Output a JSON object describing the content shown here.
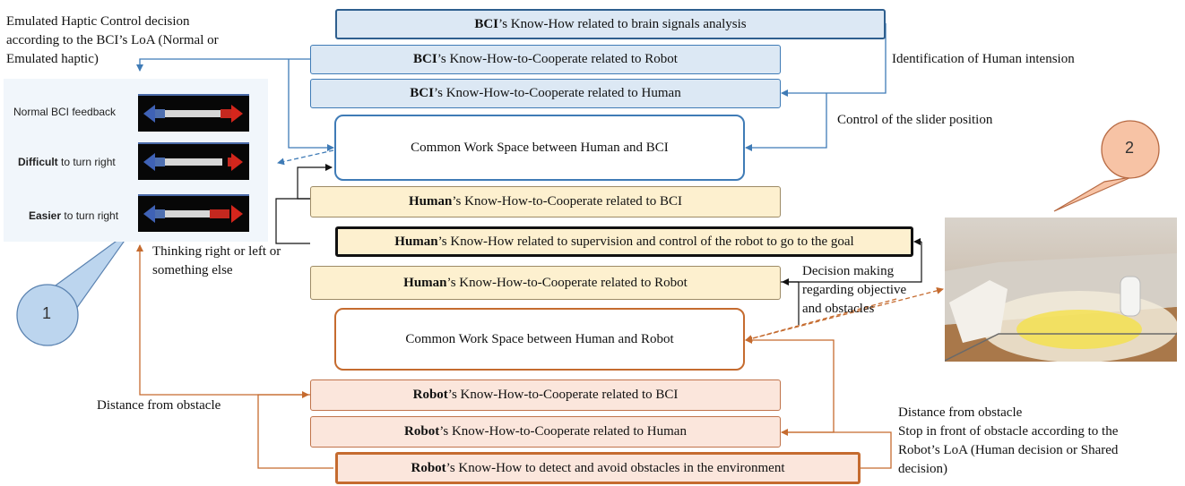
{
  "boxes": {
    "bci_knowhow": {
      "actor": "BCI",
      "rest": "’s Know-How related to brain signals analysis"
    },
    "bci_coop_robot": {
      "actor": "BCI",
      "rest": "’s Know-How-to-Cooperate related to Robot"
    },
    "bci_coop_human": {
      "actor": "BCI",
      "rest": "’s Know-How-to-Cooperate related to Human"
    },
    "cws_human_bci": {
      "text": "Common Work Space between Human and BCI"
    },
    "human_coop_bci": {
      "actor": "Human",
      "rest": "’s Know-How-to-Cooperate related to BCI"
    },
    "human_knowhow": {
      "actor": "Human",
      "rest": "’s Know-How related to supervision and control of the robot to go to the goal"
    },
    "human_coop_robot": {
      "actor": "Human",
      "rest": "’s Know-How-to-Cooperate related to Robot"
    },
    "cws_human_robot": {
      "text": "Common Work Space between Human and Robot"
    },
    "robot_coop_bci": {
      "actor": "Robot",
      "rest": "’s Know-How-to-Cooperate related to BCI"
    },
    "robot_coop_human": {
      "actor": "Robot",
      "rest": "’s Know-How-to-Cooperate related to Human"
    },
    "robot_knowhow": {
      "actor": "Robot",
      "rest": "’s Know-How to detect and avoid obstacles in the environment"
    }
  },
  "notes": {
    "emulated_haptic": [
      "Emulated Haptic Control decision",
      "according to the BCI’s LoA (Normal or",
      "Emulated haptic)"
    ],
    "identification": "Identification of Human intension",
    "control_slider": "Control of the slider position",
    "thinking": [
      "Thinking right or left or",
      "something else"
    ],
    "decision_making": [
      "Decision making",
      "regarding objective",
      "and obstacles"
    ],
    "distance_left": "Distance from obstacle",
    "distance_right": [
      "Distance from obstacle",
      "Stop in front of obstacle according to the",
      "Robot’s LoA (Human decision or Shared",
      "decision)"
    ]
  },
  "feedback_panel": {
    "rows": [
      {
        "bold": "",
        "text": "Normal BCI feedback"
      },
      {
        "bold": "Difficult",
        "text": " to turn right"
      },
      {
        "bold": "Easier",
        "text": " to turn right"
      }
    ]
  },
  "callouts": {
    "left": "1",
    "right": "2"
  },
  "colors": {
    "blue": "#3f7bb6",
    "orange": "#c56b2f",
    "blue_fill": "#dce8f4",
    "yellow_fill": "#fdf0cf",
    "orange_fill": "#fbe6dc",
    "callout_blue": "#bcd5ee",
    "callout_orange": "#f7c3a5"
  }
}
